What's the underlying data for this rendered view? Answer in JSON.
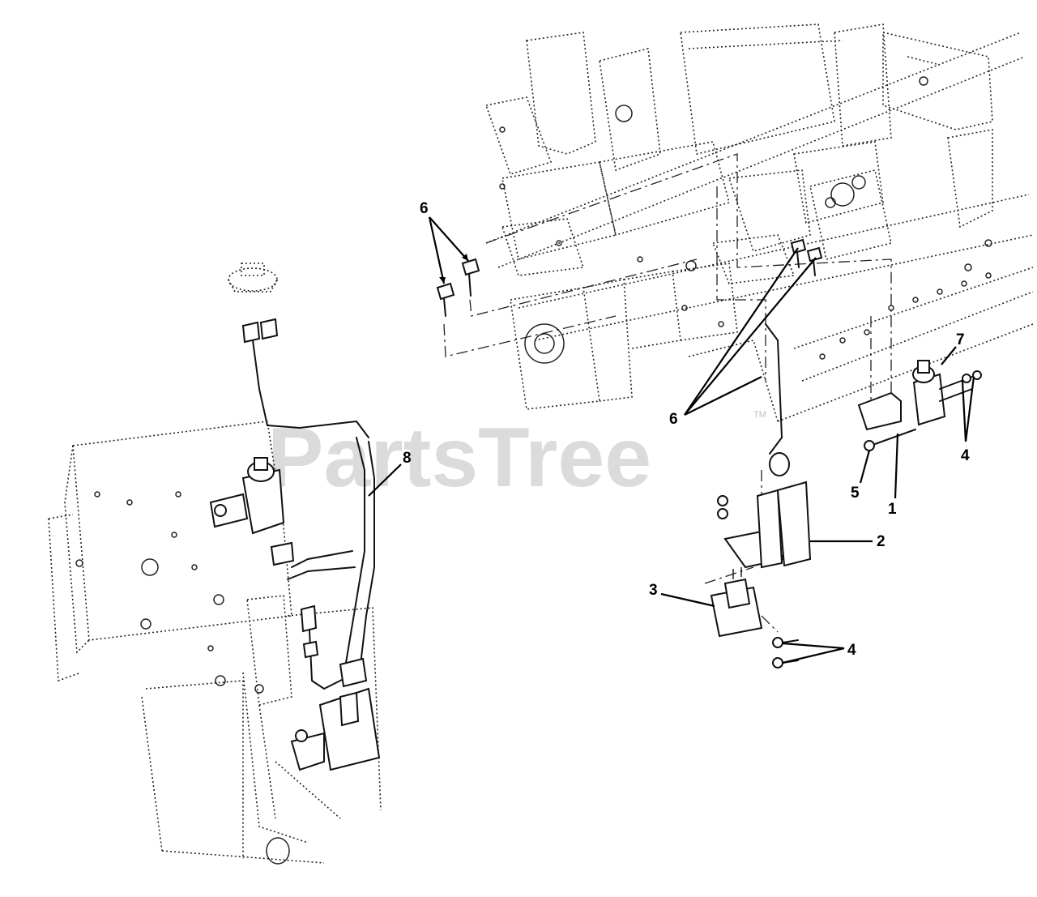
{
  "watermark": {
    "text": "PartsTree",
    "tm": "TM"
  },
  "callouts": [
    {
      "id": "c-1",
      "label": "1"
    },
    {
      "id": "c-2",
      "label": "2"
    },
    {
      "id": "c-3",
      "label": "3"
    },
    {
      "id": "c-4a",
      "label": "4"
    },
    {
      "id": "c-4b",
      "label": "4"
    },
    {
      "id": "c-5",
      "label": "5"
    },
    {
      "id": "c-6a",
      "label": "6"
    },
    {
      "id": "c-6b",
      "label": "6"
    },
    {
      "id": "c-7",
      "label": "7"
    },
    {
      "id": "c-8",
      "label": "8"
    }
  ]
}
